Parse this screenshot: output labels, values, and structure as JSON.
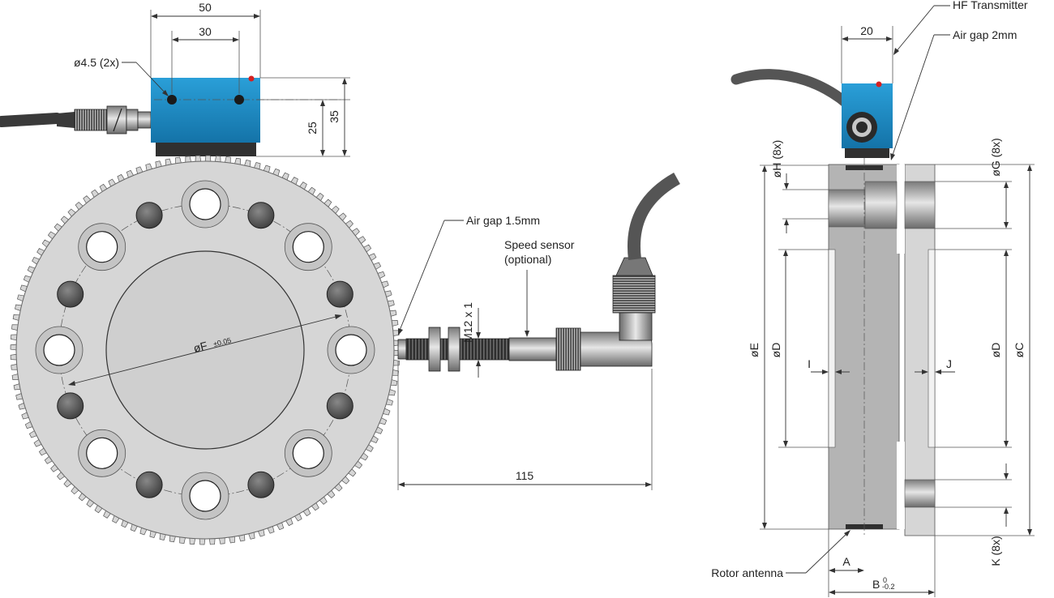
{
  "colors": {
    "transmitter_body": "#1e8bc3",
    "flange": "#d6d6d6",
    "rotor_body": "#b4b4b4",
    "bolt_dark": "#5a5a5a",
    "cable": "#555555",
    "sensor_metal": "#9a9a9a"
  },
  "icons": [
    "cable-icon",
    "led-icon",
    "connector-icon"
  ],
  "transmitter_top": {
    "dim_width_outer": "50",
    "dim_width_inner": "30",
    "hole_label": "ø4.5 (2x)",
    "dim_height_inner": "25",
    "dim_height_outer": "35"
  },
  "flange_view": {
    "dim_diameter_main": "øF",
    "dim_diameter_tol": "±0.05"
  },
  "speed_sensor": {
    "air_gap_label": "Air gap 1.5mm",
    "sensor_label_line1": "Speed sensor",
    "sensor_label_line2": "(optional)",
    "thread_label": "M12 x 1",
    "length_label": "115"
  },
  "side_view": {
    "dim_width_top": "20",
    "hf_label": "HF Transmitter",
    "air_gap_label": "Air gap 2mm",
    "dim_H": "øH (8x)",
    "dim_G": "øG (8x)",
    "dim_E": "øE",
    "dim_D_left": "øD",
    "dim_D_right": "øD",
    "dim_C": "øC",
    "dim_I": "I",
    "dim_J": "J",
    "dim_K": "K (8x)",
    "dim_A": "A",
    "dim_B_main": "B",
    "dim_B_tol": "-0.2",
    "dim_B_tol_top": "0",
    "rotor_label": "Rotor antenna"
  }
}
